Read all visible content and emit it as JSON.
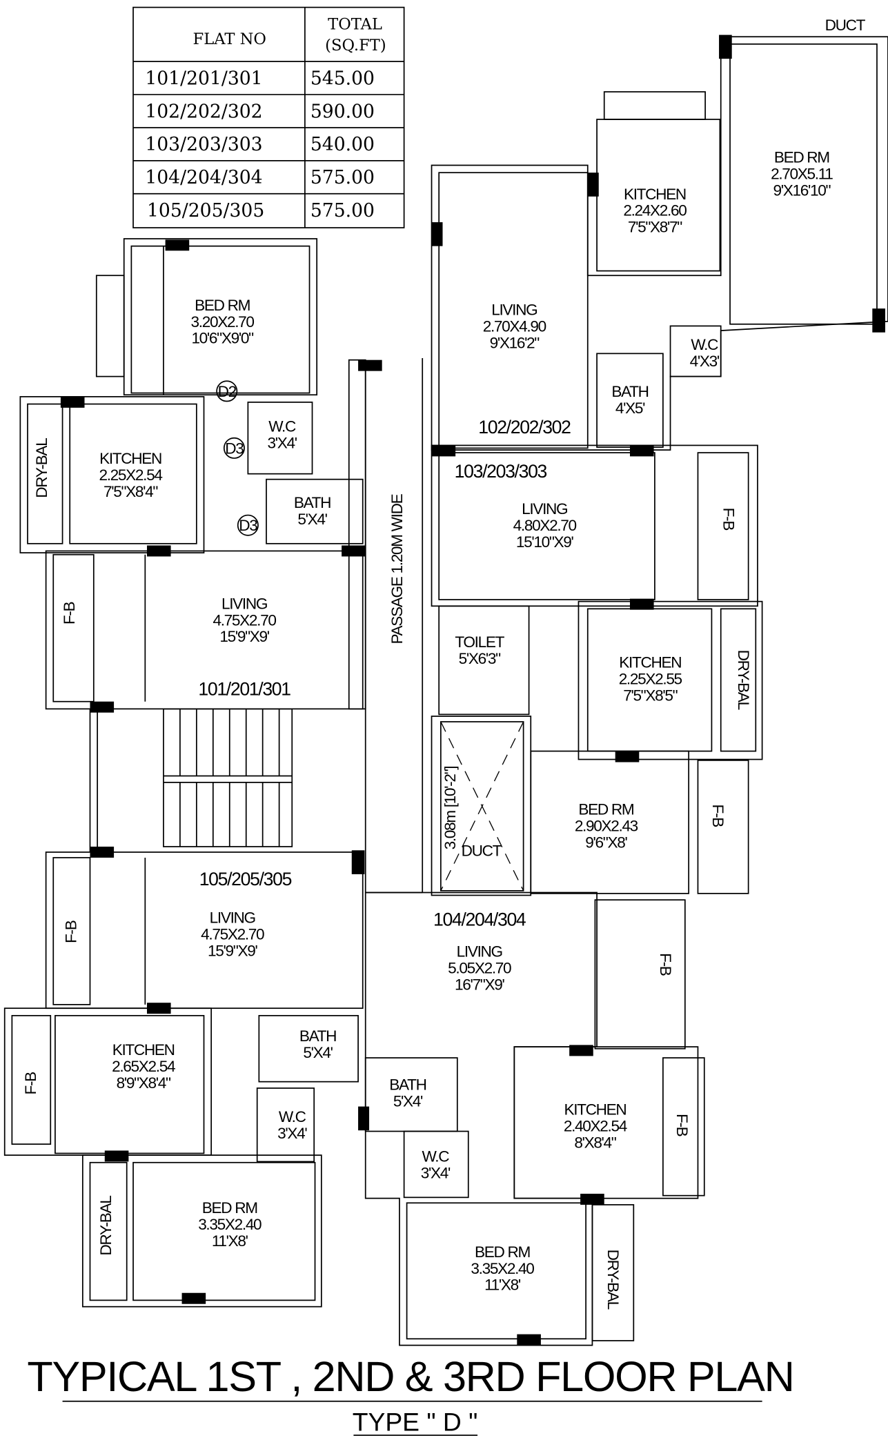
{
  "area_table": {
    "headers": {
      "flat_no": "FLAT  NO",
      "total_1": "TOTAL",
      "total_2": "(SQ.FT)"
    },
    "rows": [
      {
        "flat": "101/201/301",
        "area": "545.00"
      },
      {
        "flat": "102/202/302",
        "area": "590.00"
      },
      {
        "flat": "103/203/303",
        "area": "540.00"
      },
      {
        "flat": "104/204/304",
        "area": "575.00"
      },
      {
        "flat": "105/205/305",
        "area": "575.00"
      }
    ]
  },
  "flats": {
    "f101": "101/201/301",
    "f102": "102/202/302",
    "f103": "103/203/303",
    "f104": "104/204/304",
    "f105": "105/205/305"
  },
  "rooms": {
    "r101_bed": [
      "BED RM",
      "3.20X2.70",
      "10'6\"X9'0\""
    ],
    "r101_kit": [
      "KITCHEN",
      "2.25X2.54",
      "7'5\"X8'4\""
    ],
    "r101_wc": [
      "W.C",
      "3'X4'"
    ],
    "r101_bath": [
      "BATH",
      "5'X4'"
    ],
    "r101_liv": [
      "LIVING",
      "4.75X2.70",
      "15'9\"X9'"
    ],
    "r102_kit": [
      "KITCHEN",
      "2.24X2.60",
      "7'5\"X8'7\""
    ],
    "r102_bed": [
      "BED RM",
      "2.70X5.11",
      "9'X16'10\""
    ],
    "r102_liv": [
      "LIVING",
      "2.70X4.90",
      "9'X16'2\""
    ],
    "r102_wc": [
      "W.C",
      "4'X3'"
    ],
    "r102_bath": [
      "BATH",
      "4'X5'"
    ],
    "r103_liv": [
      "LIVING",
      "4.80X2.70",
      "15'10\"X9'"
    ],
    "r103_toilet": [
      "TOILET",
      "5'X6'3\""
    ],
    "r103_kit": [
      "KITCHEN",
      "2.25X2.55",
      "7'5\"X8'5\""
    ],
    "r103_bed": [
      "BED RM",
      "2.90X2.43",
      "9'6\"X8'"
    ],
    "r105_liv": [
      "LIVING",
      "4.75X2.70",
      "15'9\"X9'"
    ],
    "r105_bath": [
      "BATH",
      "5'X4'"
    ],
    "r105_kit": [
      "KITCHEN",
      "2.65X2.54",
      "8'9\"X8'4\""
    ],
    "r105_wc": [
      "W.C",
      "3'X4'"
    ],
    "r105_bed": [
      "BED RM",
      "3.35X2.40",
      "11'X8'"
    ],
    "r104_liv": [
      "LIVING",
      "5.05X2.70",
      "16'7\"X9'"
    ],
    "r104_bath": [
      "BATH",
      "5'X4'"
    ],
    "r104_wc": [
      "W.C",
      "3'X4'"
    ],
    "r104_kit": [
      "KITCHEN",
      "2.40X2.54",
      "8'X8'4\""
    ],
    "r104_bed": [
      "BED RM",
      "3.35X2.40",
      "11'X8'"
    ]
  },
  "misc": {
    "duct_top": "DUCT",
    "duct_mid": "DUCT",
    "duct_dim": "3.08m [10'-2\"]",
    "passage": "PASSAGE 1.20M WIDE",
    "dry_bal": "DRY-BAL",
    "fb": "F-B",
    "d2": "D2",
    "d3": "D3"
  },
  "title": "TYPICAL 1ST , 2ND & 3RD FLOOR PLAN",
  "subtitle": "TYPE \" D \""
}
